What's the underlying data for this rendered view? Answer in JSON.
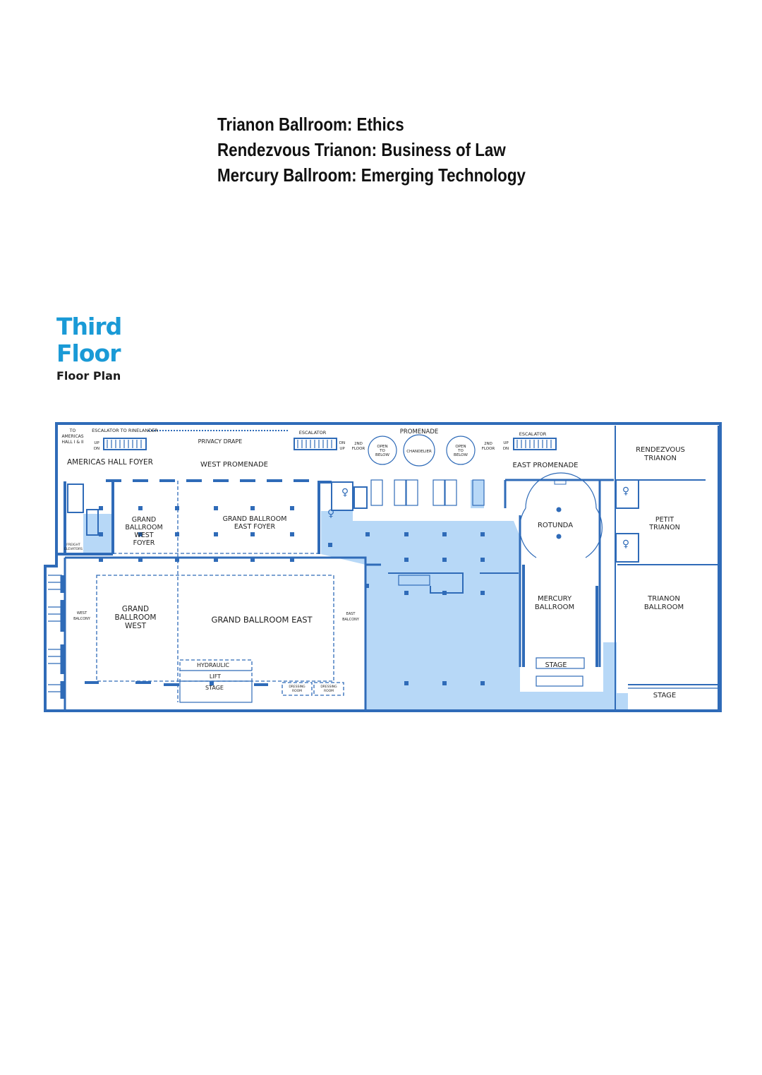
{
  "assignments": [
    "Trianon Ballroom: Ethics",
    "Rendezvous Trianon: Business of Law",
    "Mercury Ballroom: Emerging Technology"
  ],
  "brand": {
    "line1": "Third",
    "line2": "Floor",
    "subtitle": "Floor Plan",
    "color": "#1a9ad6"
  },
  "colors": {
    "wall": "#2f6bb8",
    "highlight": "#b7d8f7",
    "text": "#222222"
  },
  "labels": {
    "to_americas": [
      "TO",
      "AMERICAS",
      "HALL I & II"
    ],
    "escalator_rinelander": "ESCALATOR TO RINELANDER",
    "privacy_drape": "PRIVACY DRAPE",
    "escalator": "ESCALATOR",
    "promenade": "PROMENADE",
    "up": "UP",
    "dn": "DN",
    "second_floor": [
      "2ND",
      "FLOOR"
    ],
    "open_to_below": [
      "OPEN",
      "TO",
      "BELOW"
    ],
    "chandelier": "CHANDELIER",
    "americas_hall_foyer": "AMERICAS HALL FOYER",
    "west_promenade": "WEST PROMENADE",
    "east_promenade": "EAST PROMENADE",
    "rendezvous_trianon": [
      "RENDEZVOUS",
      "TRIANON"
    ],
    "grand_ballroom_west_foyer": [
      "GRAND",
      "BALLROOM",
      "WEST",
      "FOYER"
    ],
    "grand_ballroom_east_foyer": [
      "GRAND BALLROOM",
      "EAST FOYER"
    ],
    "freight_elevators": [
      "FREIGHT",
      "ELEVATORS"
    ],
    "rotunda": "ROTUNDA",
    "petit_trianon": [
      "PETIT",
      "TRIANON"
    ],
    "west_balcony": [
      "WEST",
      "BALCONY"
    ],
    "grand_ballroom_west": [
      "GRAND",
      "BALLROOM",
      "WEST"
    ],
    "grand_ballroom_east": "GRAND BALLROOM EAST",
    "east_balcony": [
      "EAST",
      "BALCONY"
    ],
    "mercury_ballroom": [
      "MERCURY",
      "BALLROOM"
    ],
    "trianon_ballroom": [
      "TRIANON",
      "BALLROOM"
    ],
    "hydraulic": "HYDRAULIC",
    "lift": "LIFT",
    "stage": "STAGE",
    "dressing_room": [
      "DRESSING",
      "ROOM"
    ]
  }
}
